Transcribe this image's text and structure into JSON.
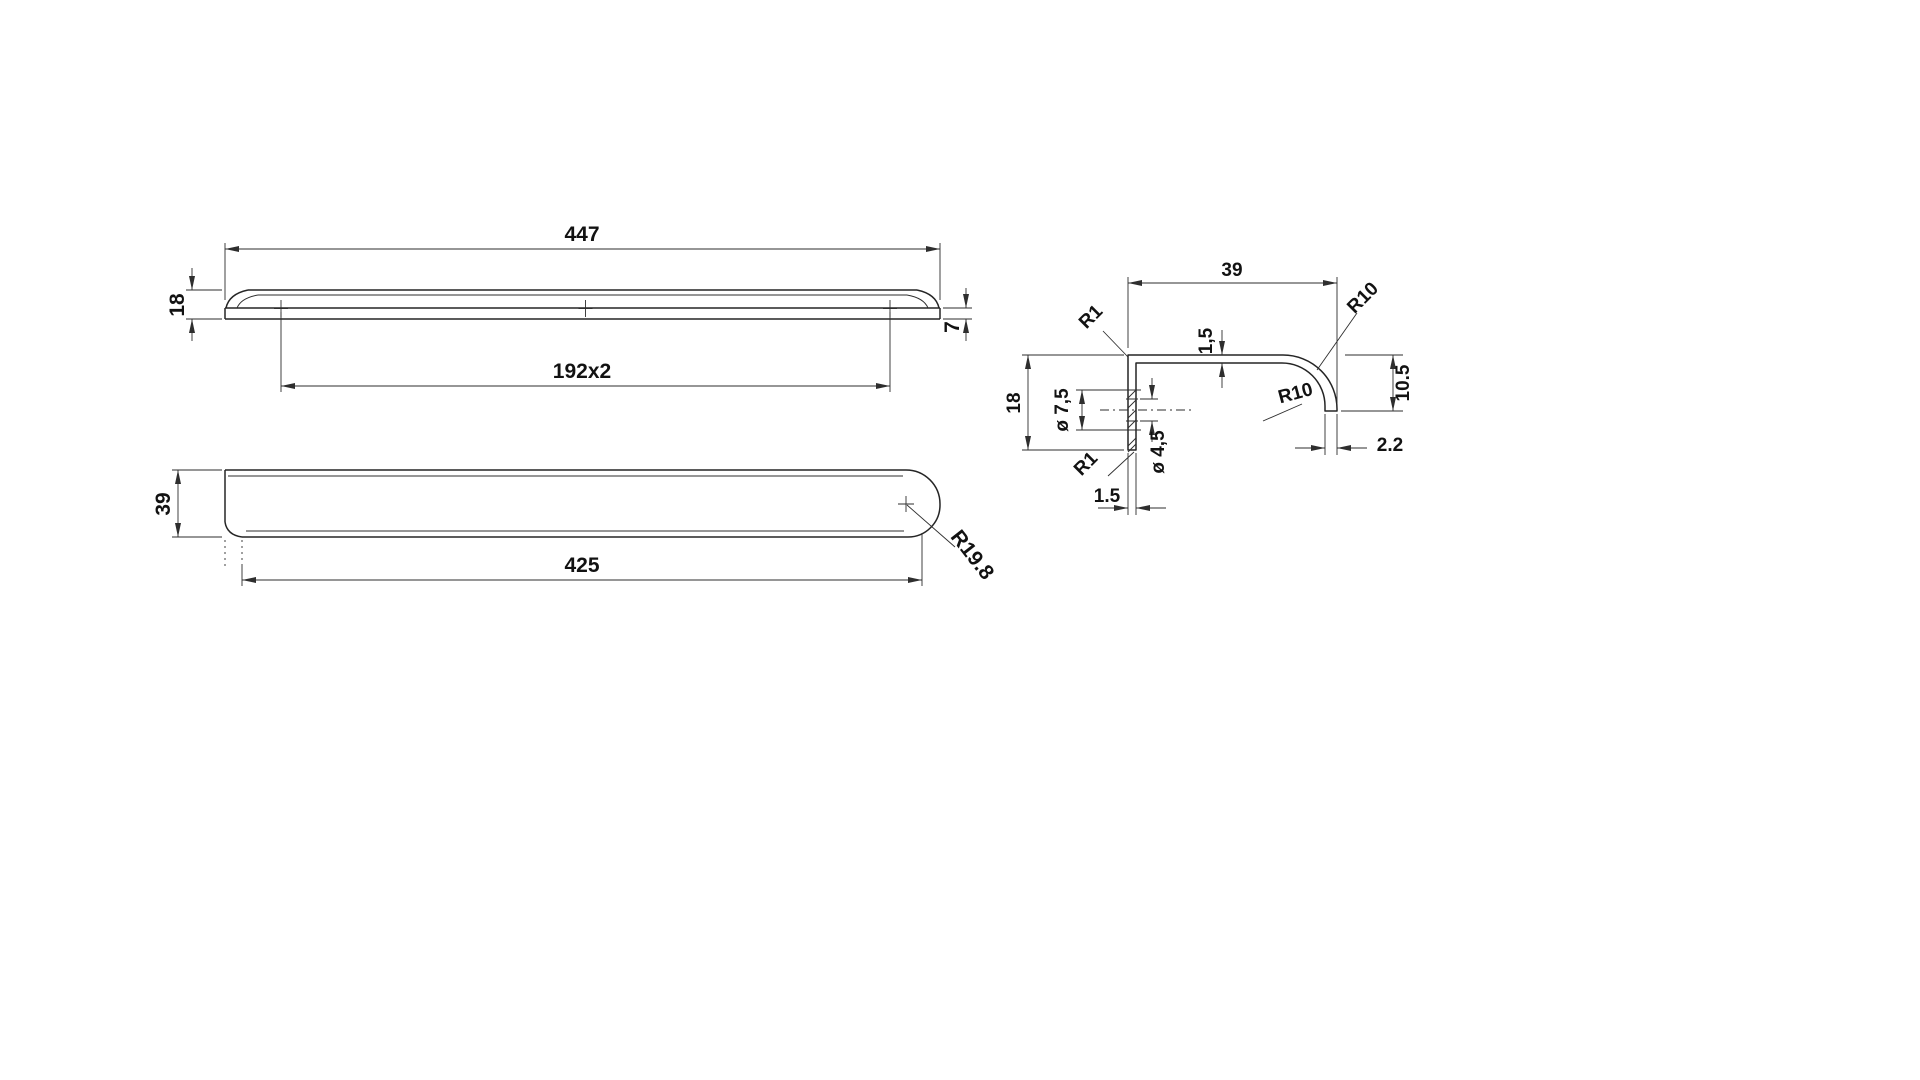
{
  "drawing": {
    "front_view": {
      "length_total": "447",
      "height": "18",
      "lip_height": "7",
      "hole_spacing": "192x2"
    },
    "top_view": {
      "depth": "39",
      "flat_length": "425",
      "end_radius": "R19.8"
    },
    "section_view": {
      "width": "39",
      "outer_radius": "R10",
      "top_fillet": "R1",
      "arm_thickness": "1,5",
      "height": "18",
      "counterbore_dia": "ø 7,5",
      "inner_radius": "R10",
      "lip_depth": "10.5",
      "hole_dia": "ø 4,5",
      "bottom_fillet": "R1",
      "lip_thickness": "2.2",
      "plate_thickness": "1.5"
    }
  }
}
